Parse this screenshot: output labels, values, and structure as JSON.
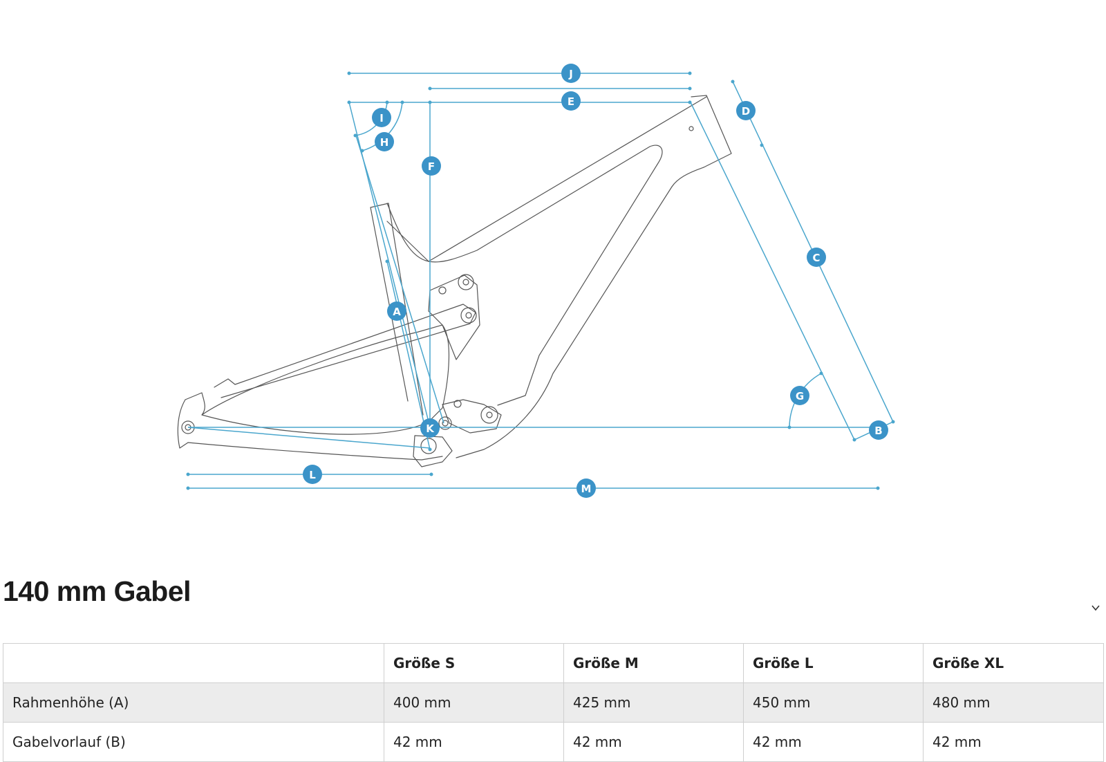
{
  "diagram": {
    "markers": [
      "A",
      "B",
      "C",
      "D",
      "E",
      "F",
      "G",
      "H",
      "I",
      "J",
      "K",
      "L",
      "M"
    ],
    "colors": {
      "dimension_line": "#4aa6cd",
      "marker_fill": "#3b93c8",
      "frame_outline": "#555555"
    }
  },
  "section": {
    "title": "140 mm Gabel",
    "toggle_icon": "chevron-down-icon"
  },
  "table": {
    "headers": [
      "",
      "Größe S",
      "Größe M",
      "Größe L",
      "Größe XL"
    ],
    "rows": [
      [
        "Rahmenhöhe (A)",
        "400 mm",
        "425 mm",
        "450 mm",
        "480 mm"
      ],
      [
        "Gabelvorlauf (B)",
        "42 mm",
        "42 mm",
        "42 mm",
        "42 mm"
      ]
    ]
  }
}
